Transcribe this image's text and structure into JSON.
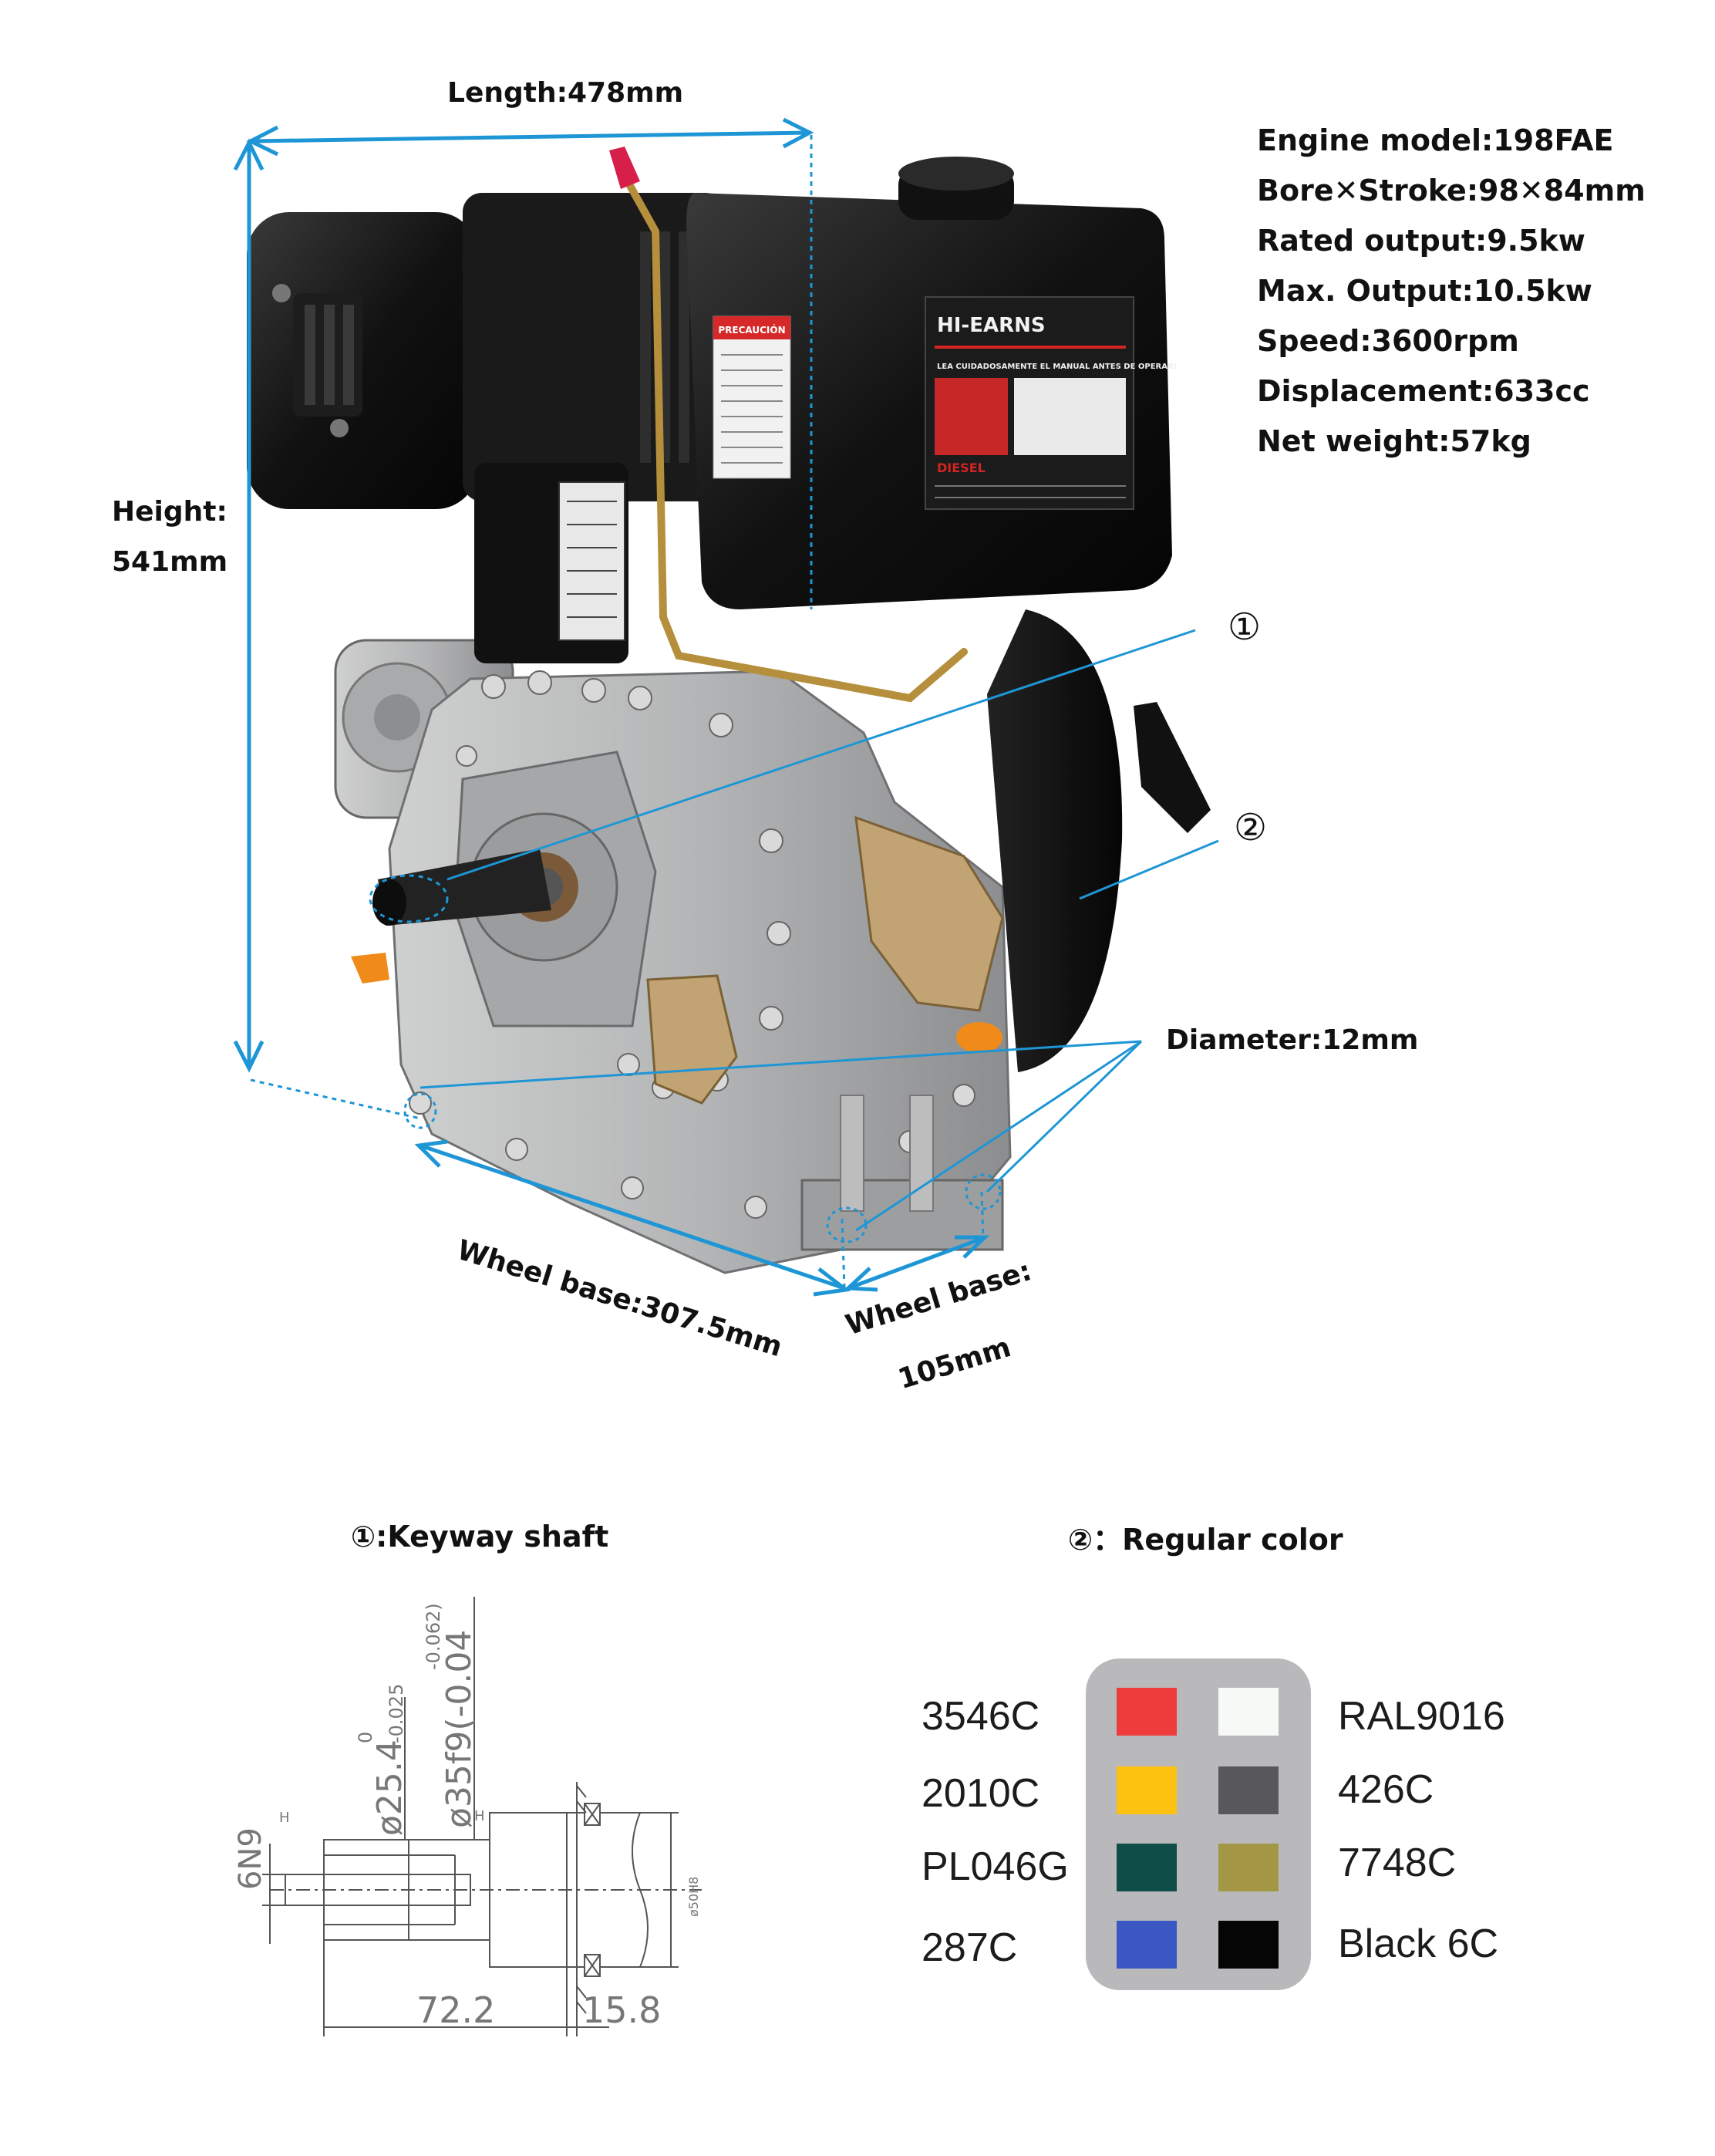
{
  "dimensions": {
    "length": "Length:478mm",
    "height_line1": "Height:",
    "height_line2": "541mm",
    "wheel_base_long": "Wheel base:307.5mm",
    "wheel_base_short_line1": "Wheel base:",
    "wheel_base_short_line2": "105mm",
    "diameter": "Diameter:12mm"
  },
  "specs": [
    "Engine model:198FAE",
    "Bore✕Stroke:98✕84mm",
    "Rated output:9.5kw",
    "Max. Output:10.5kw",
    "Speed:3600rpm",
    "Displacement:633cc",
    "Net weight:57kg"
  ],
  "callouts": {
    "one": "①",
    "two": "②"
  },
  "engine_labels": {
    "brand": "HI-EARNS",
    "warning_title": "PRECAUCIÓN",
    "tank_notice": "LEA CUIDADOSAMENTE EL MANUAL ANTES DE OPERAR!",
    "fuel": "DIESEL"
  },
  "keyway": {
    "title": "①:Keyway shaft",
    "dim_length": "72.2",
    "dim_offset": "15.8",
    "dim_d1": "ø25.4",
    "dim_d1_tol_upper": "0",
    "dim_d1_tol_lower": "-0.025",
    "dim_d2": "ø35f9(-0.04",
    "dim_d2_tol": "-0.062)",
    "dim_key": "6N9",
    "dim_flange": "ø50H8",
    "mark_h1": "H",
    "mark_h2": "H"
  },
  "colors": {
    "title": "②：Regular color",
    "left": [
      {
        "code": "3546C",
        "hex": "#ee3b3b"
      },
      {
        "code": "2010C",
        "hex": "#fdc20f"
      },
      {
        "code": "PL046G",
        "hex": "#0e4d48"
      },
      {
        "code": "287C",
        "hex": "#3a57c4"
      }
    ],
    "right": [
      {
        "code": "RAL9016",
        "hex": "#f7f9f6"
      },
      {
        "code": "426C",
        "hex": "#58585a"
      },
      {
        "code": "7748C",
        "hex": "#a39645"
      },
      {
        "code": "Black 6C",
        "hex": "#050505"
      }
    ]
  }
}
